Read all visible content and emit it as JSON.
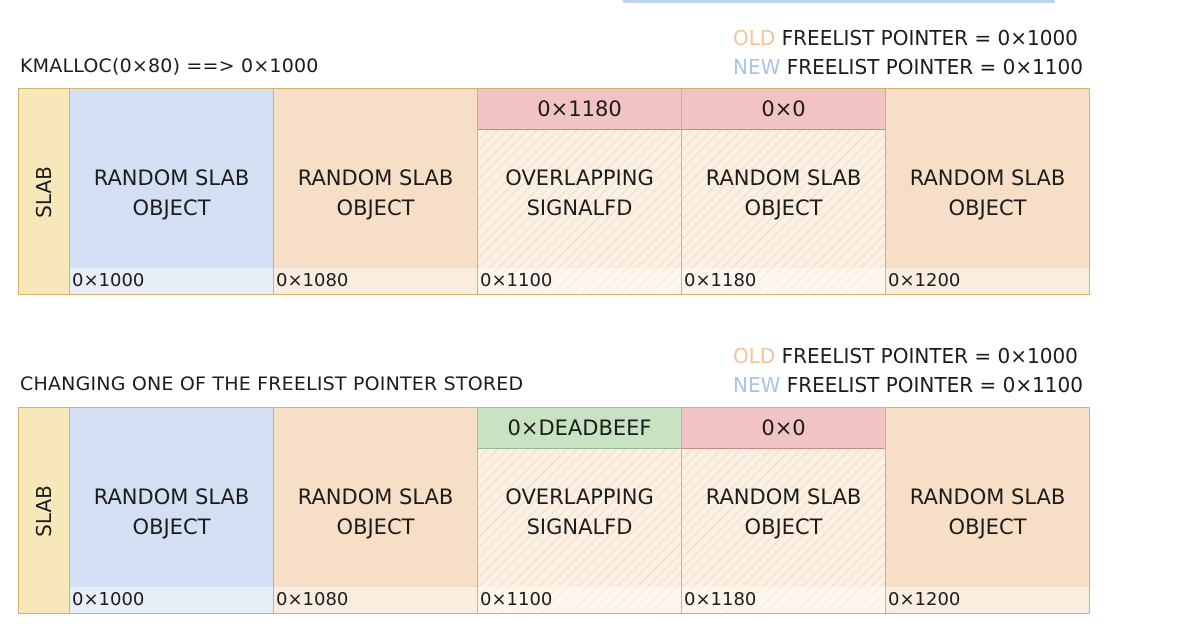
{
  "panels": [
    {
      "caption": "KMALLOC(0×80) ==> 0×1000",
      "old_word": "OLD",
      "old_text": " FREELIST POINTER = 0×1000",
      "new_word": "NEW",
      "new_text": " FREELIST POINTER = 0×1100",
      "slab_label": "SLAB",
      "objects": [
        {
          "label1": "RANDOM SLAB",
          "label2": "OBJECT",
          "address": "0×1000",
          "pointer": ""
        },
        {
          "label1": "RANDOM SLAB",
          "label2": "OBJECT",
          "address": "0×1080",
          "pointer": ""
        },
        {
          "label1": "OVERLAPPING",
          "label2": "SIGNALFD",
          "address": "0×1100",
          "pointer": "0×1180"
        },
        {
          "label1": "RANDOM SLAB",
          "label2": "OBJECT",
          "address": "0×1180",
          "pointer": "0×0"
        },
        {
          "label1": "RANDOM SLAB",
          "label2": "OBJECT",
          "address": "0×1200",
          "pointer": ""
        }
      ]
    },
    {
      "caption": "CHANGING ONE OF THE FREELIST POINTER STORED",
      "old_word": "OLD",
      "old_text": " FREELIST POINTER = 0×1000",
      "new_word": "NEW",
      "new_text": " FREELIST POINTER = 0×1100",
      "slab_label": "SLAB",
      "objects": [
        {
          "label1": "RANDOM SLAB",
          "label2": "OBJECT",
          "address": "0×1000",
          "pointer": ""
        },
        {
          "label1": "RANDOM SLAB",
          "label2": "OBJECT",
          "address": "0×1080",
          "pointer": ""
        },
        {
          "label1": "OVERLAPPING",
          "label2": "SIGNALFD",
          "address": "0×1100",
          "pointer": "0×DEADBEEF"
        },
        {
          "label1": "RANDOM SLAB",
          "label2": "OBJECT",
          "address": "0×1180",
          "pointer": "0×0"
        },
        {
          "label1": "RANDOM SLAB",
          "label2": "OBJECT",
          "address": "0×1200",
          "pointer": ""
        }
      ]
    }
  ],
  "colors": {
    "old_accent": "#f2c497",
    "new_accent": "#a9c3ea",
    "original_pointer": "#f1c3c3",
    "modified_pointer": "#c8e3c2"
  }
}
